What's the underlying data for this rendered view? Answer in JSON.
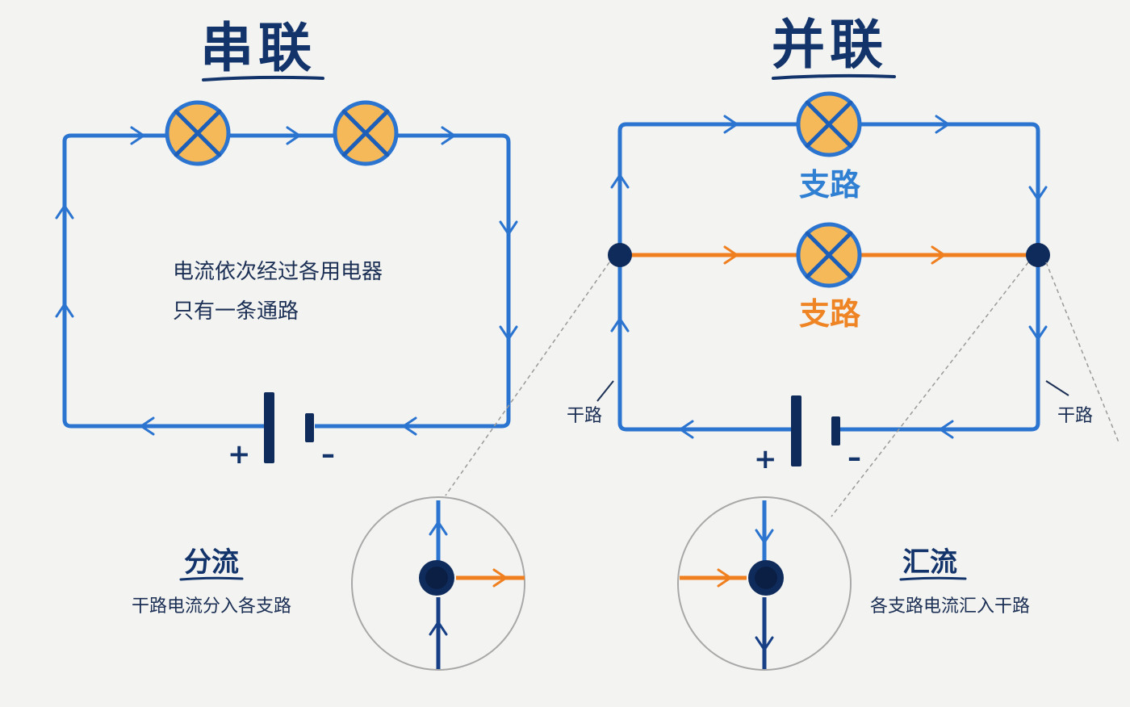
{
  "series": {
    "title": "串联",
    "desc_line1": "电流依次经过各用电器",
    "desc_line2": "只有一条通路",
    "plus": "+",
    "minus": "–"
  },
  "parallel": {
    "title": "并联",
    "branch_top": "支路",
    "branch_bottom": "支路",
    "main_left": "干路",
    "main_right": "干路",
    "plus": "+",
    "minus": "–"
  },
  "split": {
    "title": "分流",
    "desc": "干路电流分入各支路"
  },
  "merge": {
    "title": "汇流",
    "desc": "各支路电流汇入干路"
  },
  "colors": {
    "wire_blue": "#2b74d0",
    "wire_orange": "#ef7f1f",
    "dark_navy": "#0f2b5c",
    "bulb_fill": "#f5b95a",
    "background": "#f3f3f1"
  },
  "icons": {
    "bulb": "lamp-x-icon",
    "arrow": "current-arrow-icon",
    "battery": "battery-icon",
    "junction": "junction-node-icon"
  }
}
